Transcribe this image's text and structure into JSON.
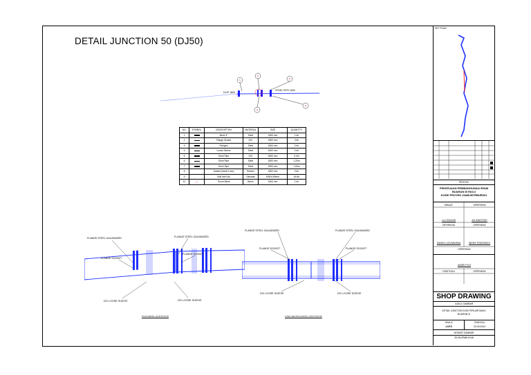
{
  "title": "DETAIL JUNCTION  50 (DJ50)",
  "plan": {
    "label_left": "DCIP 1800",
    "label_right": "STEEL PIPE 1800",
    "callout": "N"
  },
  "bom": {
    "headers": [
      "NO.",
      "SYMBOL",
      "DESCRIPTION",
      "MATERIAL",
      "SIZE",
      "QUANTITY"
    ],
    "rows": [
      [
        "1",
        "Bend 3°",
        "Steel",
        "1800 mm",
        "1 bh"
      ],
      [
        "2",
        "Flange Socket",
        "DCI",
        "1800 mm",
        "3 bh"
      ],
      [
        "3",
        "Flanged",
        "Steel",
        "1800 mm",
        "2 bh"
      ],
      [
        "4",
        "Loose Sleeve",
        "Steel",
        "1800 mm",
        "2 bh"
      ],
      [
        "5",
        "Short Pipe",
        "DCI",
        "1800 mm",
        "0.4m"
      ],
      [
        "6",
        "Short Pipe",
        "Steel",
        "1800 mm",
        "1.20m"
      ],
      [
        "7",
        "Short Pipe",
        "Steel",
        "1800 mm",
        "1.60m"
      ],
      [
        "8",
        "Gasket (Ideal 6 mm)",
        "Rubber",
        "1800 mm",
        "2 bh"
      ],
      [
        "9",
        "Bolt and Nut",
        "Galvanis",
        "M30x150mm",
        "84 bh"
      ],
      [
        "10",
        "Thrust Block",
        "Beton",
        "1800 mm",
        "1 bh"
      ]
    ]
  },
  "labels": {
    "flange_galv": "FLANGE STEEL GALVANIZED",
    "flange_socket": "FLANGE SOCKET",
    "dci_sleeve": "DCI LOOSE SLEEVE",
    "plan_caption": "PLAN DETAIL JUNCTION 50",
    "long_caption": "LONG SECTION DETAIL JUNCTION 50"
  },
  "titleblock": {
    "key_plan": "KEY PLAN",
    "proyek": "PROYEK",
    "project_name": "PEKERJAAN PEMBANGUNAN SPAM BUARAN III HULU",
    "project_code": "KODE PROYEK 23ABJNTRBUR001",
    "dibuat": "DIBUAT",
    "diperiksa": "DIPERIKSA",
    "disetujui": "DISETUJUI",
    "name1": "LILI SOLIKIN",
    "name2": "AJI SANTOSO",
    "name3": "DANNY LATUMAHINA",
    "name4": "INDRA TRIATMOKO",
    "name5": "ANDRI PUTI",
    "shop_drawing": "SHOP DRAWING",
    "judul": "JUDUL GAMBAR",
    "judul_text": "DETAIL JUNCTION DJ50 PIPA AIR BAKU BUARAN III",
    "skala": "SKALA",
    "tanggal": "TANGGAL",
    "skala_val": "1:NTS",
    "tanggal_val": "20.09.2024",
    "nomor": "NOMOR GAMBAR",
    "nomor_val": "SD-BU/PAB/1/048"
  }
}
